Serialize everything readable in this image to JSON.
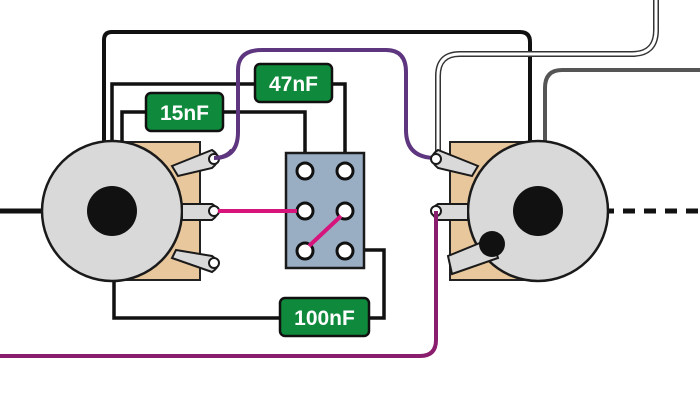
{
  "capacitors": {
    "c15": {
      "label": "15nF"
    },
    "c47": {
      "label": "47nF"
    },
    "c100": {
      "label": "100nF"
    }
  },
  "colors": {
    "background": "#ffffff",
    "pot_body": "#d9d9d9",
    "pot_outline": "#1a1a1a",
    "lug_plate": "#e8c79c",
    "switch_body": "#99aec3",
    "cap_green": "#0f8a3c",
    "wire_black": "#111111",
    "wire_magenta": "#d6147c",
    "wire_purple": "#5e357f",
    "wire_plum": "#8b1d6e",
    "wire_gray": "#555555"
  },
  "icons": {
    "left_pot": "potentiometer-icon",
    "right_pot": "potentiometer-icon",
    "switch": "dpdt-switch-icon",
    "capacitor": "capacitor-icon"
  }
}
